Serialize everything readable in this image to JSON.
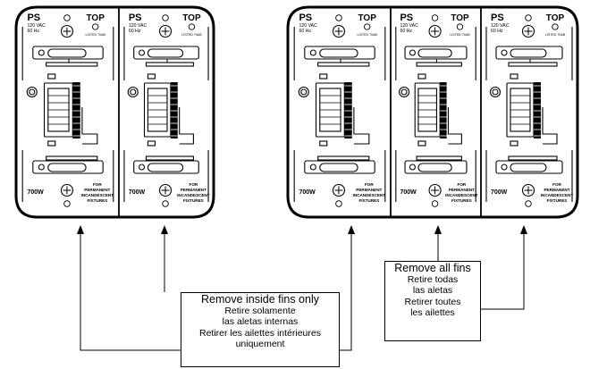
{
  "module": {
    "brand": "PS",
    "voltage": "120 VAC",
    "frequency": "60 Hz",
    "top_label": "TOP",
    "listed_label": "LISTED 70AB",
    "wattage": "700W",
    "note_lines": [
      "FOR",
      "PERMANENT",
      "INCANDESCENT",
      "FIXTURES"
    ]
  },
  "callouts": {
    "inside": {
      "title": "Remove inside fins only",
      "lines": [
        "Retire solamente",
        "las aletas internas",
        "Retirer les ailettes intérieures",
        "uniquement"
      ]
    },
    "all": {
      "title": "Remove all fins",
      "lines": [
        "Retire todas",
        "las aletas",
        "Retirer toutes",
        "les ailettes"
      ]
    }
  }
}
